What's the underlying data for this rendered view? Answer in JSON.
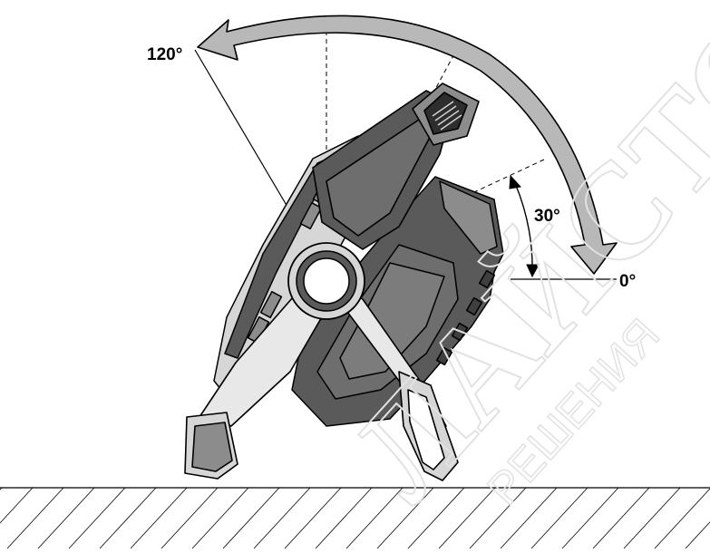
{
  "angles": {
    "max_label": "120°",
    "mid_label": "30°",
    "zero_label": "0°"
  },
  "watermark": {
    "text_main": "ЛАЙСТОР",
    "text_sub": "РЕШЕНИЯ"
  },
  "colors": {
    "line": "#000000",
    "body_dark": "#5a5a5a",
    "body_mid": "#8c8c8c",
    "body_light": "#d6d6d6",
    "arrow_fill": "#b8b8b8",
    "watermark": "#e6e6e6"
  }
}
